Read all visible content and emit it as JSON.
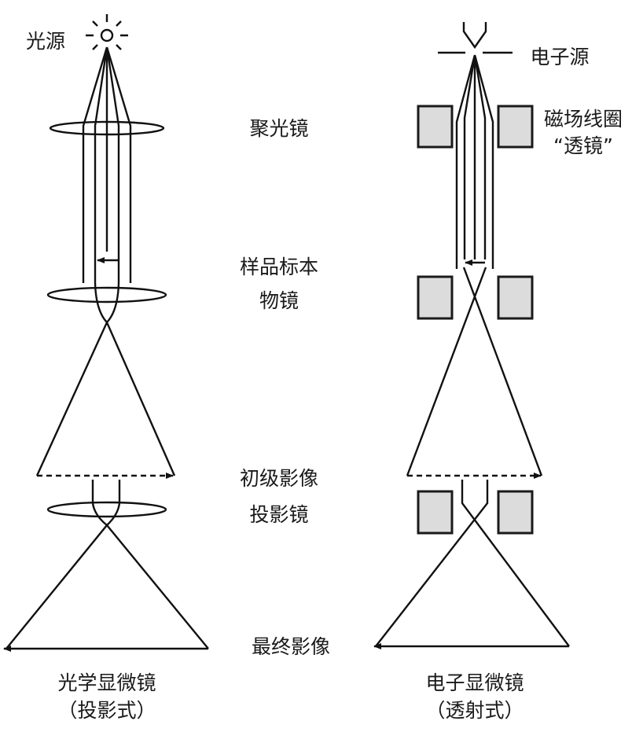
{
  "labels": {
    "light_source": "光源",
    "electron_source": "电子源",
    "condenser": "聚光镜",
    "magnetic_coil": "磁场线圈",
    "lens_quote": "“透镜”",
    "specimen": "样品标本",
    "objective": "物镜",
    "intermediate_image": "初级影像",
    "projector": "投影镜",
    "final_image": "最终影像",
    "light_microscope": "光学显微镜",
    "light_microscope_type": "（投影式）",
    "electron_microscope": "电子显微镜",
    "electron_microscope_type": "（透射式）"
  }
}
